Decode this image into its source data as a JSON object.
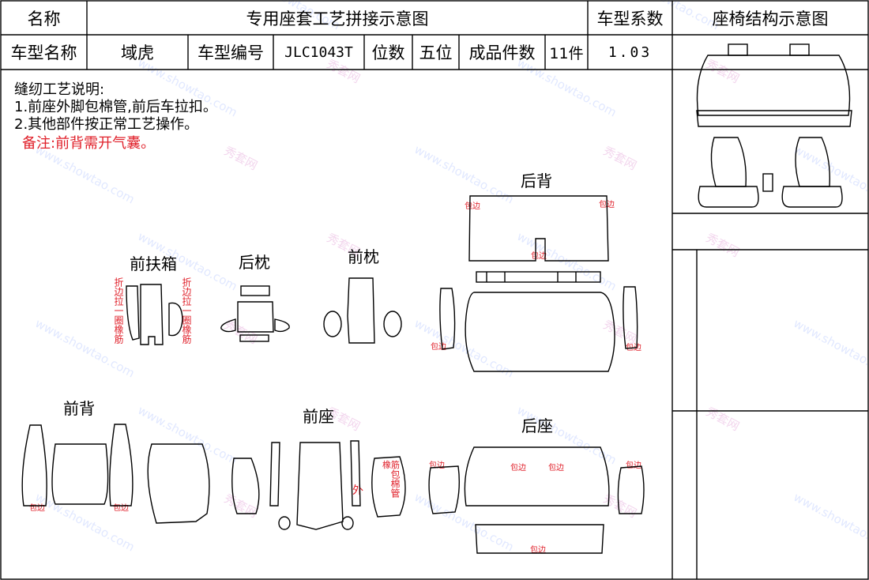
{
  "header": {
    "name_label": "名称",
    "title": "专用座套工艺拼接示意图",
    "coef_label": "车型系数",
    "structure_label": "座椅结构示意图"
  },
  "info": {
    "model_name_label": "车型名称",
    "model_name": "域虎",
    "model_code_label": "车型编号",
    "model_code": "JLC1043T",
    "seats_label": "位数",
    "seats": "五位",
    "pieces_label": "成品件数",
    "pieces": "11件",
    "coef": "1.03"
  },
  "notes": {
    "heading": "缝纫工艺说明:",
    "line1": "1.前座外脚包棉管,前后车拉扣。",
    "line2": "2.其他部件按正常工艺操作。",
    "remark": "备注:前背需开气囊。"
  },
  "parts": {
    "rear_back": "后背",
    "front_armrest": "前扶箱",
    "rear_pillow": "后枕",
    "front_pillow": "前枕",
    "front_back": "前背",
    "front_seat": "前座",
    "rear_seat": "后座"
  },
  "annotations": {
    "fold_edge": "折边拉一圈橡筋",
    "edge_bind": "包边",
    "outer": "外",
    "elastic_pipe": "橡筋",
    "pack_cotton_pipe": "包棉管"
  },
  "watermark": {
    "text1": "www.showtao.com",
    "text2": "秀套网"
  },
  "colors": {
    "annotation": "#e0202a",
    "watermark_blue": "#c9d6ff",
    "watermark_pink": "#e9b6e0"
  }
}
